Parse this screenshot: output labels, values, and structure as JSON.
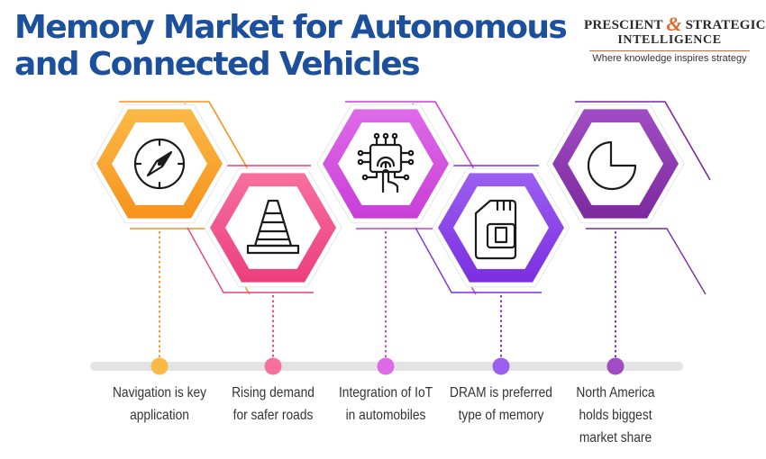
{
  "header": {
    "title_line1": "Memory Market for Autonomous",
    "title_line2": "and Connected Vehicles"
  },
  "logo": {
    "line1_a": "PRESCIENT",
    "ampersand": "&",
    "line1_b": "STRATEGIC",
    "line2": "INTELLIGENCE",
    "tagline": "Where knowledge inspires strategy"
  },
  "steps": [
    {
      "label_line1": "Navigation is key",
      "label_line2": "application",
      "icon": "compass-icon",
      "color": "#f7921e",
      "color_light": "#fbb946"
    },
    {
      "label_line1": "Rising demand",
      "label_line2": "for safer roads",
      "icon": "traffic-cone-icon",
      "color": "#ec3f7c",
      "color_light": "#f7709e"
    },
    {
      "label_line1": "Integration of IoT",
      "label_line2": "in automobiles",
      "icon": "chip-fingerprint-icon",
      "color": "#c93fd6",
      "color_light": "#de6ae9"
    },
    {
      "label_line1": "DRAM is preferred",
      "label_line2": "type of memory",
      "icon": "sd-card-icon",
      "color": "#7b2fe0",
      "color_light": "#9b5ff0"
    },
    {
      "label_line1": "North America",
      "label_line2": "holds biggest",
      "label_line3": "market share",
      "icon": "pie-chart-icon",
      "color": "#7d2a9e",
      "color_light": "#a04cc4"
    }
  ],
  "timeline": {
    "track_color": "#e3e3e3"
  },
  "colors": {
    "title": "#1c4f9c",
    "logo_accent": "#e0662a"
  }
}
